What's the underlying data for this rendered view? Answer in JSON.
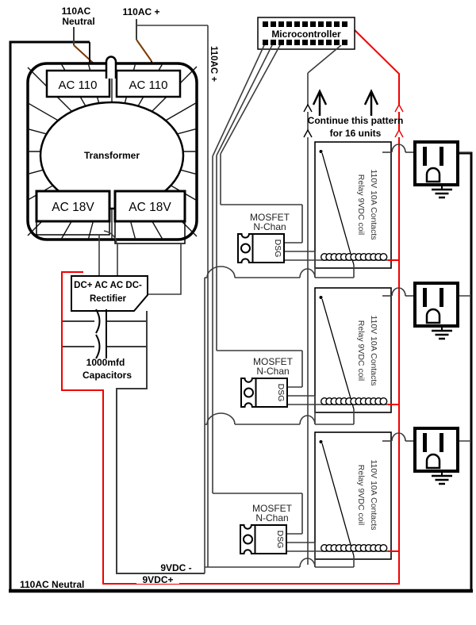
{
  "diagram": {
    "title_implicit": "Relay power-control wiring diagram",
    "source_labels": {
      "neutral_line1": "110AC",
      "neutral_line2": "Neutral",
      "live": "110AC +",
      "live_vertical": "110AC +"
    },
    "transformer": {
      "name": "Transformer",
      "primary_left": "AC 110",
      "primary_right": "AC 110",
      "secondary_left": "AC 18V",
      "secondary_right": "AC 18V"
    },
    "rectifier": {
      "terminals": "DC+ AC AC DC-",
      "name": "Rectifier"
    },
    "capacitors": {
      "line1": "1000mfd",
      "line2": "Capacitors"
    },
    "microcontroller": {
      "name": "Microcontroller"
    },
    "pattern_note": {
      "line1": "Continue this pattern",
      "line2": "for 16 units"
    },
    "mosfet": {
      "line1": "MOSFET",
      "line2": "N-Chan",
      "pins": "DSG"
    },
    "relay": {
      "line1": "Relay 9VDC coil",
      "line2": "110V 10A Contacts"
    },
    "rails": {
      "dc_minus": "9VDC -",
      "dc_plus": "9VDC+",
      "neutral_bottom": "110AC Neutral"
    },
    "unit_count_shown": 3,
    "colors": {
      "wire": "#3c3c3c",
      "component": "#000000",
      "dc_plus_wire": "#f10000",
      "ac_input_wire": "#7a3a00",
      "background": "#ffffff"
    }
  }
}
